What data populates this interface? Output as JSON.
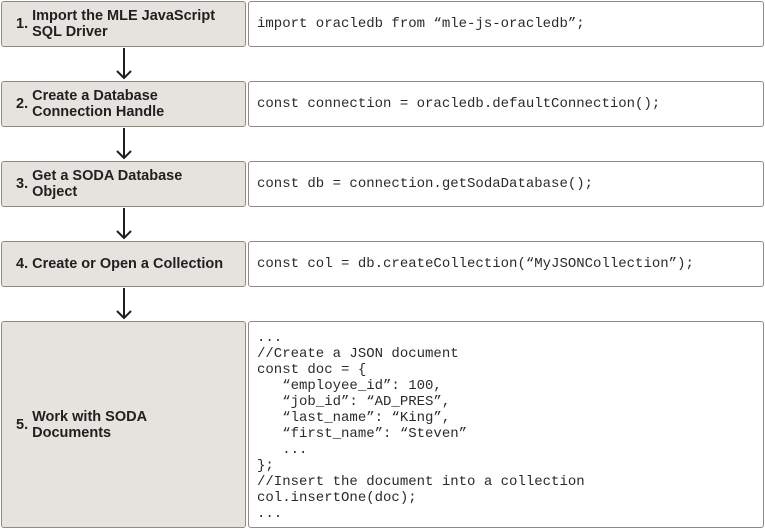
{
  "steps": [
    {
      "num": "1.",
      "label": "Import the MLE JavaScript\nSQL Driver"
    },
    {
      "num": "2.",
      "label": "Create a Database\nConnection Handle"
    },
    {
      "num": "3.",
      "label": "Get a SODA Database\nObject"
    },
    {
      "num": "4.",
      "label": "Create or Open a Collection"
    },
    {
      "num": "5.",
      "label": "Work with SODA\nDocuments"
    }
  ],
  "code": {
    "step1": "import oracledb from “mle-js-oracledb”;",
    "step2": "const connection = oracledb.defaultConnection();",
    "step3": "const db = connection.getSodaDatabase();",
    "step4": "const col = db.createCollection(“MyJSONCollection”);",
    "step5": [
      "...",
      "//Create a JSON document",
      "const doc = {",
      "   “employee_id”: 100,",
      "   “job_id”: “AD_PRES”,",
      "   “last_name”: “King”,",
      "   “first_name”: “Steven”",
      "   ...",
      "};",
      "//Insert the document into a collection",
      "col.insertOne(doc);",
      "..."
    ]
  }
}
